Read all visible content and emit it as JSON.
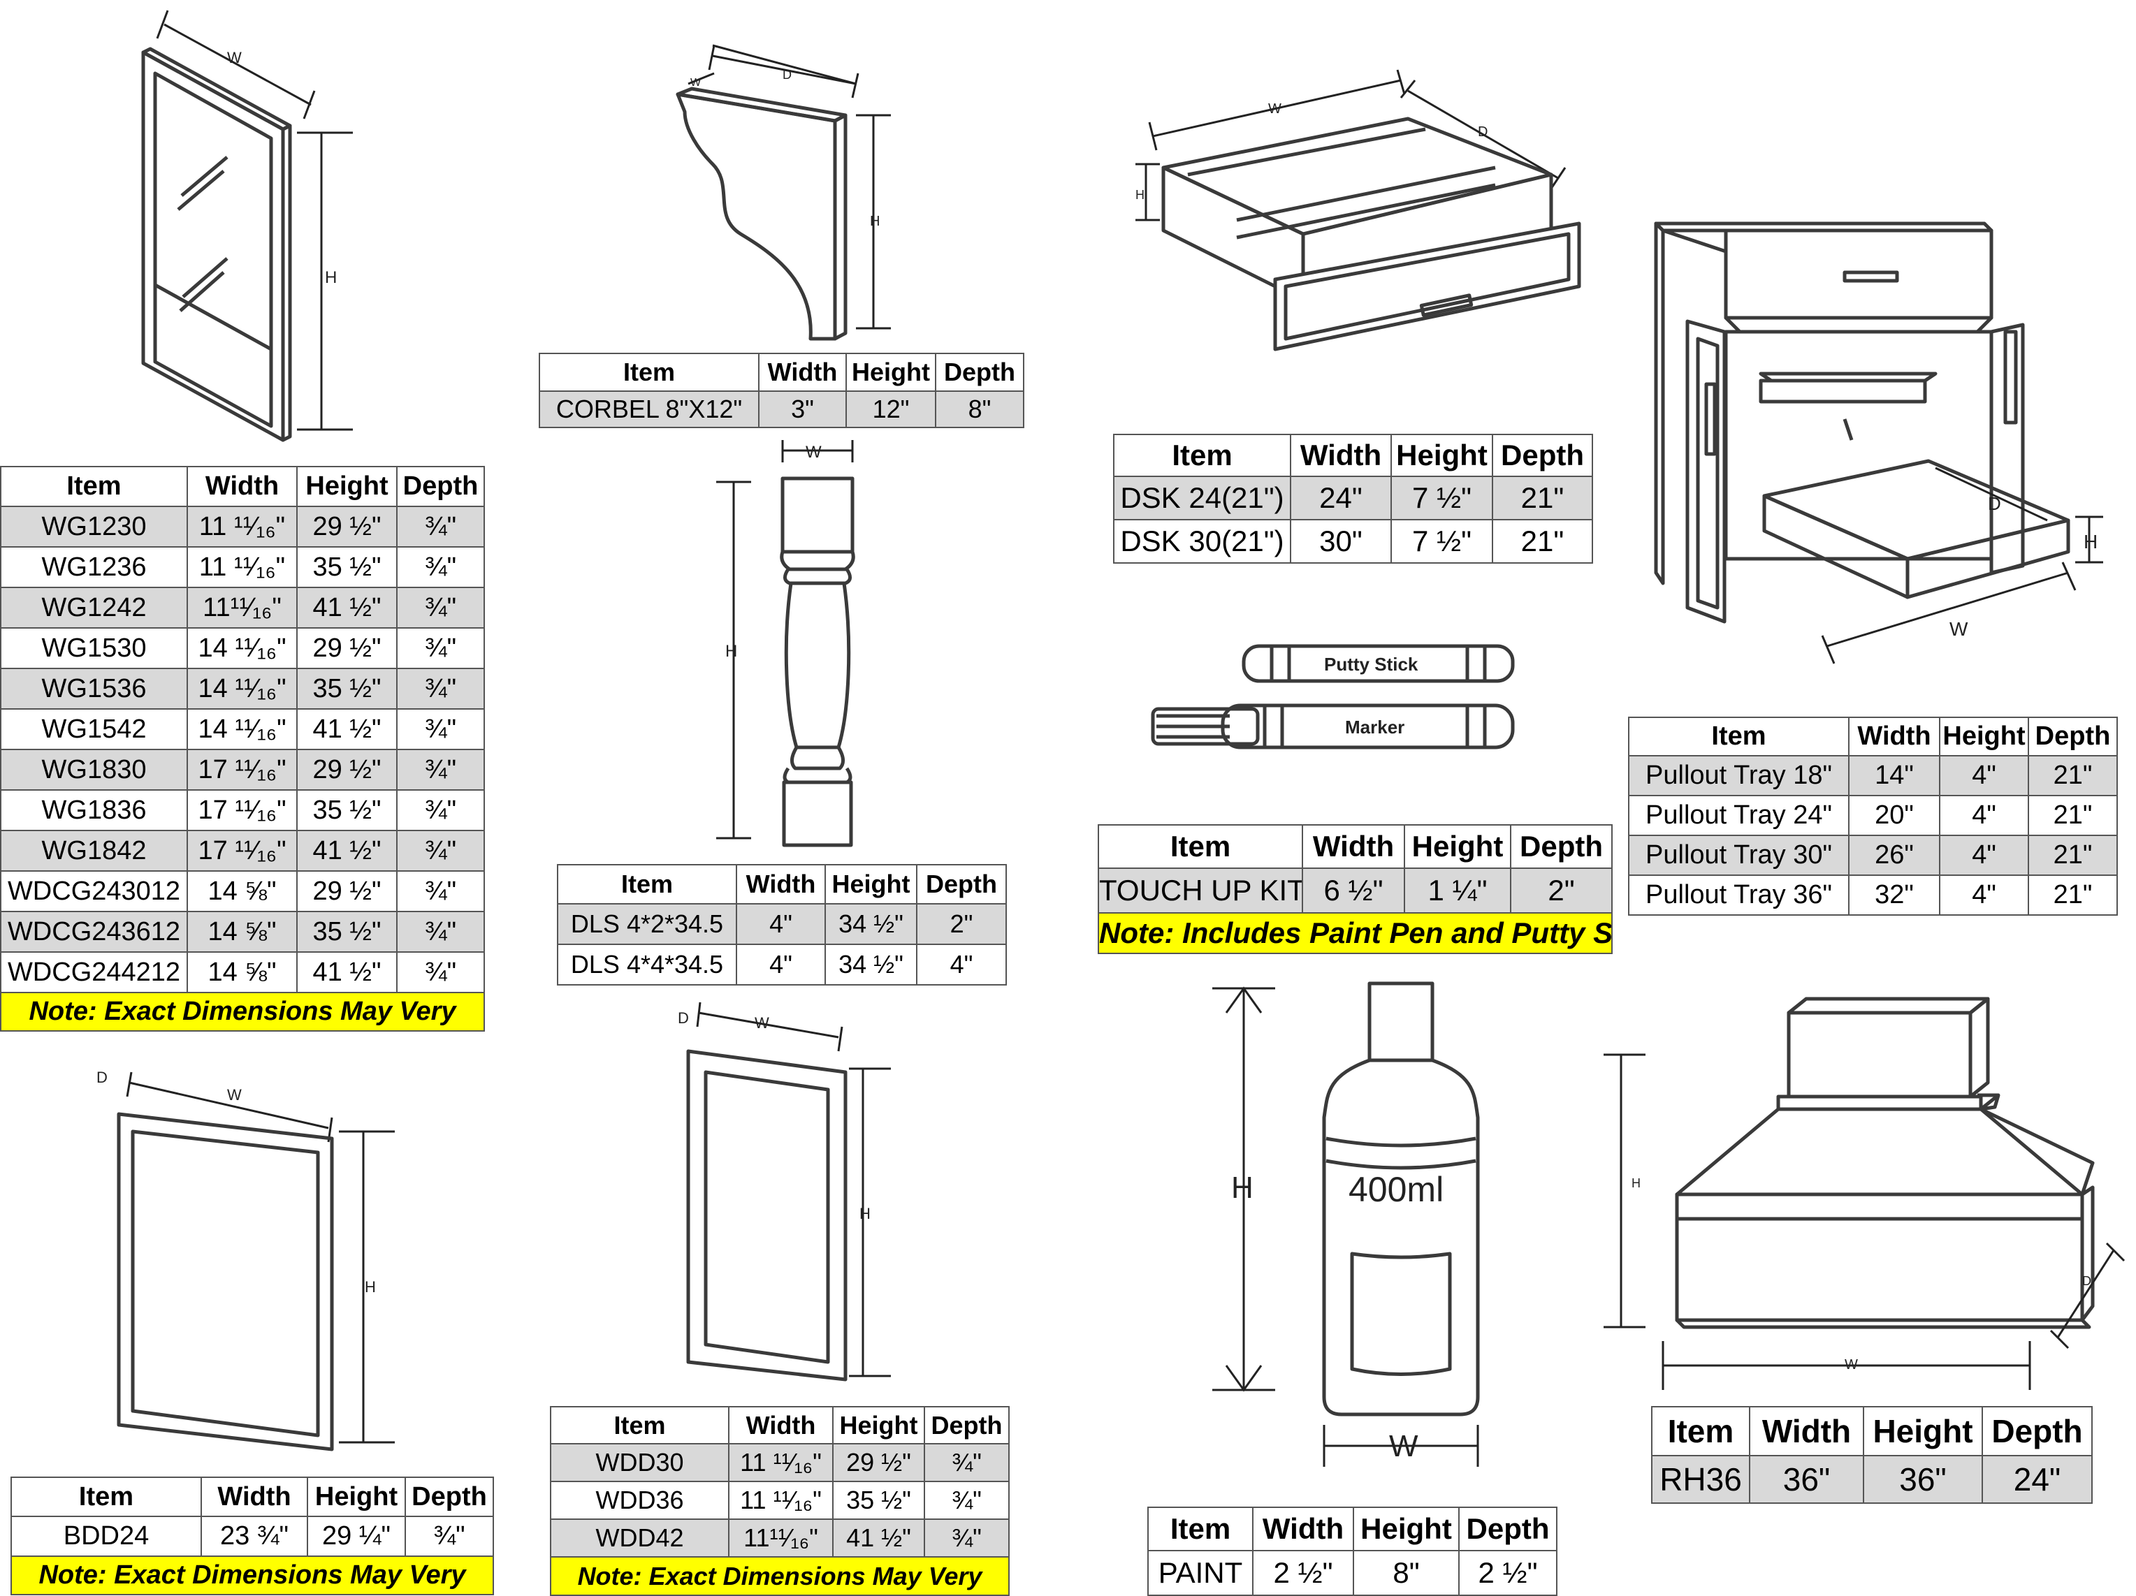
{
  "headers": {
    "item": "Item",
    "width": "Width",
    "height": "Height",
    "depth": "Depth"
  },
  "dim_labels": {
    "w": "W",
    "h": "H",
    "d": "D"
  },
  "note_exact": "Note: Exact Dimensions May Very",
  "note_kit": "Note: Includes Paint Pen and Putty Stick",
  "putty_label": "Putty Stick",
  "marker_label": "Marker",
  "bottle_label": "400ml",
  "wg": [
    [
      "WG1230",
      "11 ¹¹⁄₁₆\"",
      "29 ½\"",
      "¾\""
    ],
    [
      "WG1236",
      "11 ¹¹⁄₁₆\"",
      "35 ½\"",
      "¾\""
    ],
    [
      "WG1242",
      "11¹¹⁄₁₆\"",
      "41 ½\"",
      "¾\""
    ],
    [
      "WG1530",
      "14 ¹¹⁄₁₆\"",
      "29 ½\"",
      "¾\""
    ],
    [
      "WG1536",
      "14 ¹¹⁄₁₆\"",
      "35 ½\"",
      "¾\""
    ],
    [
      "WG1542",
      "14 ¹¹⁄₁₆\"",
      "41 ½\"",
      "¾\""
    ],
    [
      "WG1830",
      "17 ¹¹⁄₁₆\"",
      "29 ½\"",
      "¾\""
    ],
    [
      "WG1836",
      "17 ¹¹⁄₁₆\"",
      "35 ½\"",
      "¾\""
    ],
    [
      "WG1842",
      "17 ¹¹⁄₁₆\"",
      "41 ½\"",
      "¾\""
    ],
    [
      "WDCG243012",
      "14 ⅝\"",
      "29 ½\"",
      "¾\""
    ],
    [
      "WDCG243612",
      "14 ⅝\"",
      "35 ½\"",
      "¾\""
    ],
    [
      "WDCG244212",
      "14 ⅝\"",
      "41 ½\"",
      "¾\""
    ]
  ],
  "corbel": [
    [
      "CORBEL 8\"X12\"",
      "3\"",
      "12\"",
      "8\""
    ]
  ],
  "dls": [
    [
      "DLS 4*2*34.5",
      "4\"",
      "34 ½\"",
      "2\""
    ],
    [
      "DLS 4*4*34.5",
      "4\"",
      "34 ½\"",
      "4\""
    ]
  ],
  "wdd": [
    [
      "WDD30",
      "11 ¹¹⁄₁₆\"",
      "29 ½\"",
      "¾\""
    ],
    [
      "WDD36",
      "11 ¹¹⁄₁₆\"",
      "35 ½\"",
      "¾\""
    ],
    [
      "WDD42",
      "11¹¹⁄₁₆\"",
      "41 ½\"",
      "¾\""
    ]
  ],
  "bdd": [
    [
      "BDD24",
      "23 ¾\"",
      "29 ¼\"",
      "¾\""
    ]
  ],
  "dsk": [
    [
      "DSK 24(21\")",
      "24\"",
      "7 ½\"",
      "21\""
    ],
    [
      "DSK 30(21\")",
      "30\"",
      "7 ½\"",
      "21\""
    ]
  ],
  "kit": [
    [
      "TOUCH UP KIT",
      "6 ½\"",
      "1 ¼\"",
      "2\""
    ]
  ],
  "paint": [
    [
      "PAINT",
      "2 ½\"",
      "8\"",
      "2 ½\""
    ]
  ],
  "tray": [
    [
      "Pullout Tray 18\"",
      "14\"",
      "4\"",
      "21\""
    ],
    [
      "Pullout Tray 24\"",
      "20\"",
      "4\"",
      "21\""
    ],
    [
      "Pullout Tray 30\"",
      "26\"",
      "4\"",
      "21\""
    ],
    [
      "Pullout Tray 36\"",
      "32\"",
      "4\"",
      "21\""
    ]
  ],
  "rh": [
    [
      "RH36",
      "36\"",
      "36\"",
      "24\""
    ]
  ]
}
